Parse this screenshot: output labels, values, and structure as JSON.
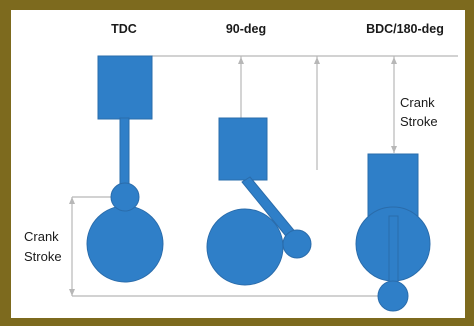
{
  "diagram": {
    "positions": [
      "TDC",
      "90-deg",
      "BDC/180-deg"
    ],
    "left_annotation": [
      "Crank",
      "Stroke"
    ],
    "right_annotation": [
      "Crank",
      "Stroke"
    ]
  },
  "colors": {
    "frame": "#7d6a1e",
    "part": "#2f7fc8",
    "part_stroke": "#2a6cab",
    "line": "#b7b7b7",
    "text": "#1a1a1a"
  }
}
